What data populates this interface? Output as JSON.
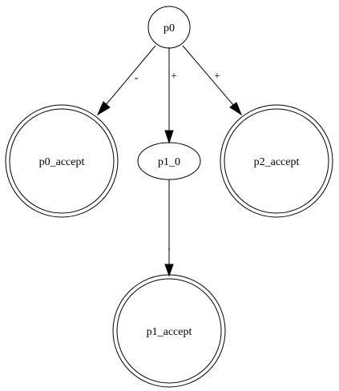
{
  "diagram": {
    "nodes": {
      "p0": {
        "label": "p0",
        "shape": "circle"
      },
      "p0_accept": {
        "label": "p0_accept",
        "shape": "doublecircle"
      },
      "p1_0": {
        "label": "p1_0",
        "shape": "ellipse"
      },
      "p2_accept": {
        "label": "p2_accept",
        "shape": "doublecircle"
      },
      "p1_accept": {
        "label": "p1_accept",
        "shape": "doublecircle"
      }
    },
    "edges": [
      {
        "from": "p0",
        "to": "p0_accept",
        "label": "-"
      },
      {
        "from": "p0",
        "to": "p1_0",
        "label": "+"
      },
      {
        "from": "p0",
        "to": "p2_accept",
        "label": "+"
      },
      {
        "from": "p1_0",
        "to": "p1_accept",
        "label": "."
      }
    ],
    "colors": {
      "stroke": "#000000",
      "background": "#ffffff"
    }
  }
}
